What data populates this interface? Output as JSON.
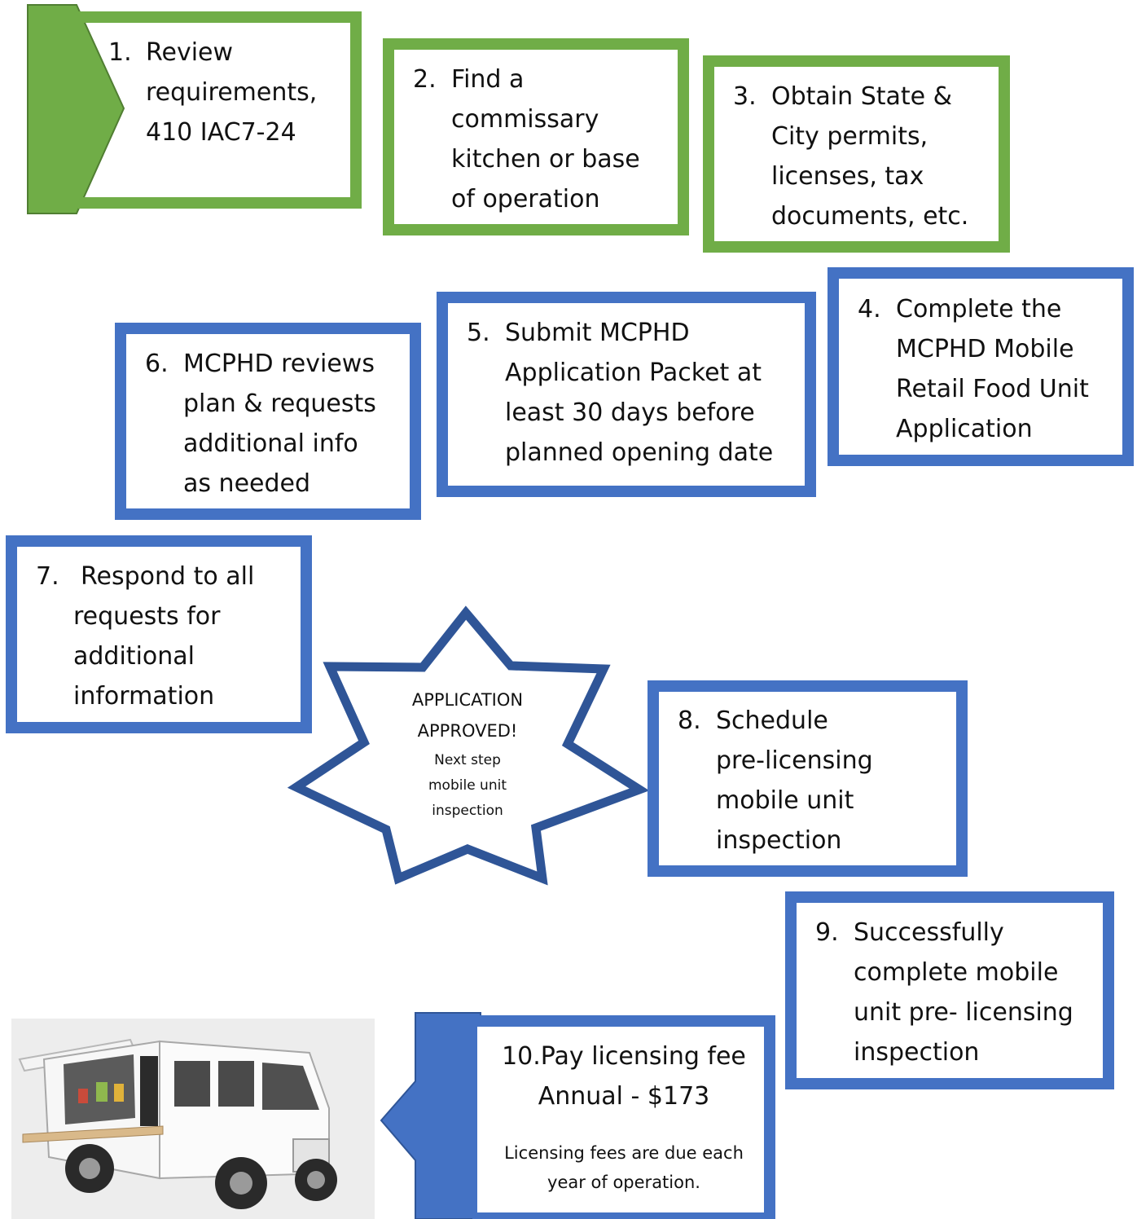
{
  "steps": [
    {
      "num": "1.",
      "lines": [
        "Review",
        "requirements,",
        "410 IAC7-24"
      ]
    },
    {
      "num": "2.",
      "lines": [
        "Find a",
        "commissary",
        "kitchen or base",
        "of operation"
      ]
    },
    {
      "num": "3.",
      "lines": [
        "Obtain State &",
        "City permits,",
        "licenses, tax",
        "documents, etc."
      ]
    },
    {
      "num": "4.",
      "lines": [
        "Complete the",
        "MCPHD Mobile",
        "Retail Food Unit",
        "Application"
      ]
    },
    {
      "num": "5.",
      "lines": [
        "Submit MCPHD",
        "Application Packet at",
        "least 30 days before",
        "planned opening date"
      ]
    },
    {
      "num": "6.",
      "lines": [
        "MCPHD reviews",
        "plan & requests",
        "additional info",
        "as needed"
      ]
    },
    {
      "num": "7.",
      "lines": [
        "Respond to all",
        "requests for",
        "additional",
        "information"
      ]
    },
    {
      "num": "8.",
      "lines": [
        "Schedule",
        "pre-licensing",
        "mobile unit",
        "inspection"
      ]
    },
    {
      "num": "9.",
      "lines": [
        "Successfully",
        "complete mobile",
        "unit pre- licensing",
        "inspection"
      ]
    }
  ],
  "star": {
    "line1": "APPLICATION",
    "line2": "APPROVED!",
    "line3": "Next step",
    "line4": "mobile unit",
    "line5": "inspection"
  },
  "fee": {
    "line1": "10.Pay licensing fee",
    "line2": "Annual - $173",
    "note1": "Licensing fees are due each",
    "note2": "year of operation."
  },
  "colors": {
    "green": "#70ad47",
    "blue": "#4472c4",
    "navy": "#2f5597"
  },
  "image": {
    "subject": "food-truck-image"
  }
}
